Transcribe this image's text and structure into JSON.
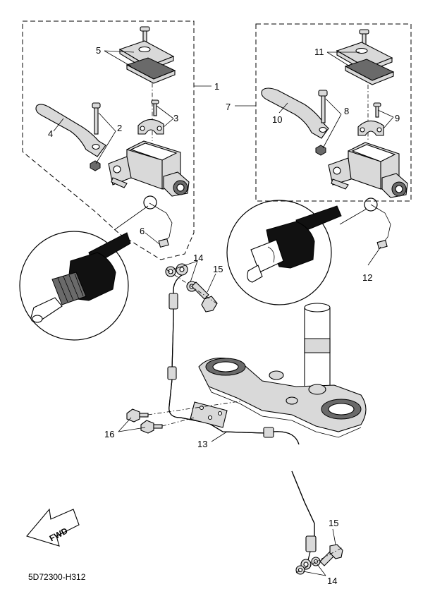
{
  "callouts": {
    "c1": "1",
    "c2": "2",
    "c3": "3",
    "c4": "4",
    "c5": "5",
    "c6": "6",
    "c7": "7",
    "c8": "8",
    "c9": "9",
    "c10": "10",
    "c11": "11",
    "c12": "12",
    "c13": "13",
    "c14a": "14",
    "c14b": "14",
    "c15a": "15",
    "c15b": "15",
    "c16": "16"
  },
  "fwd_label": "FWD",
  "diagram_code": "5D72300-H312"
}
